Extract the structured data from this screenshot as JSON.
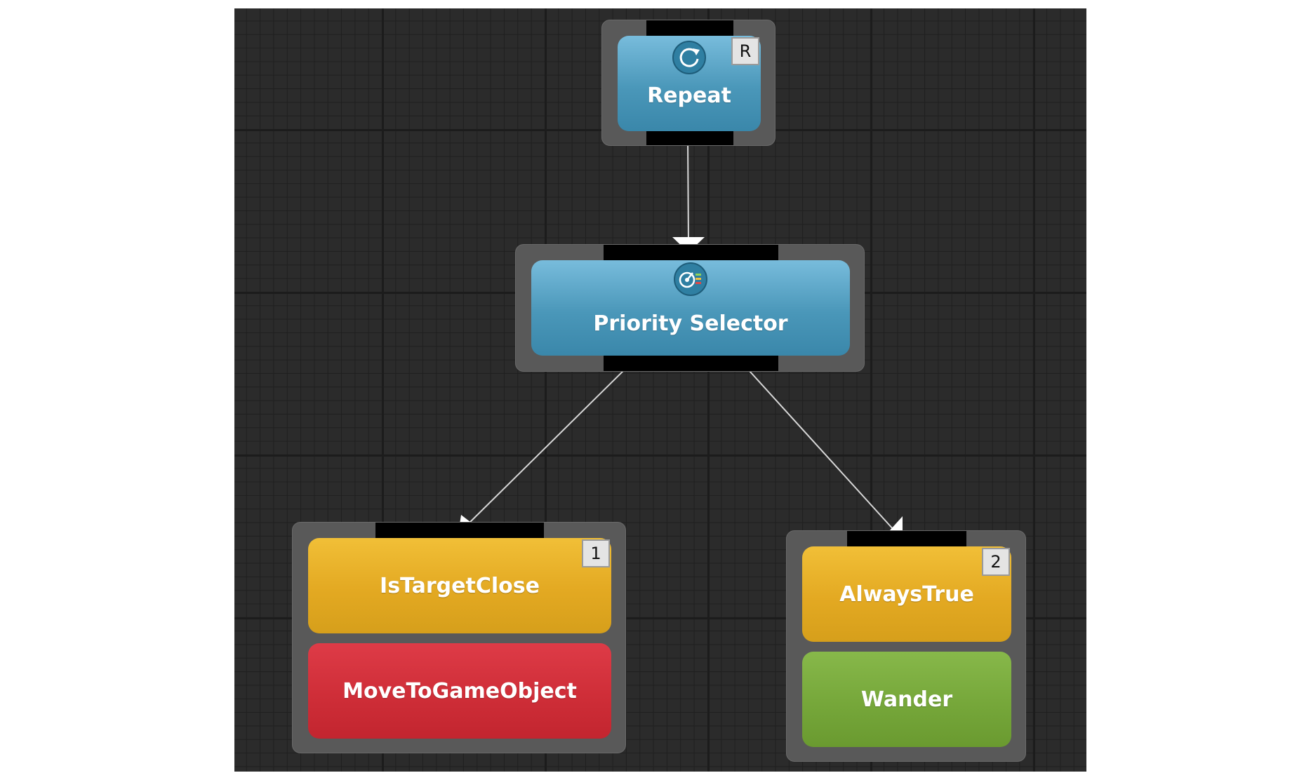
{
  "nodes": {
    "repeat": {
      "label": "Repeat",
      "badge": "R",
      "icon": "repeat-icon"
    },
    "priority_selector": {
      "label": "Priority Selector",
      "icon": "priority-selector-icon"
    },
    "is_target_close": {
      "label": "IsTargetClose",
      "badge": "1"
    },
    "move_to_game_object": {
      "label": "MoveToGameObject"
    },
    "always_true": {
      "label": "AlwaysTrue",
      "badge": "2"
    },
    "wander": {
      "label": "Wander"
    }
  },
  "colors": {
    "composite": "#4a97b9",
    "conditional": "#e3a922",
    "action_move": "#cf2e38",
    "action_wander": "#76a73a",
    "canvas": "#2b2b2b"
  }
}
